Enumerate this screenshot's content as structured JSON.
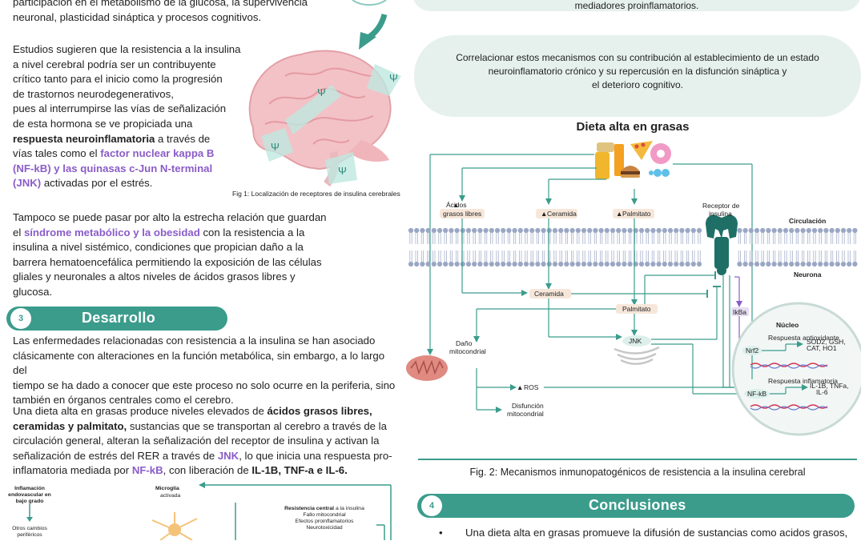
{
  "left": {
    "intro_lines": [
      "participación en el metabolismo de la glucosa, la supervivencia",
      "neuronal, plasticidad sináptica y procesos cognitivos."
    ],
    "p2": {
      "l1": "Estudios sugieren que la resistencia a la insulina",
      "l2": "a nivel cerebral podría ser un contribuyente",
      "l3": "crítico tanto para el inicio como la progresión",
      "l4": "de trastornos neurodegenerativos,",
      "l5": "pues al interrumpirse las vías de señalización",
      "l6": "de esta hormona se ve propiciada una",
      "l7_bold": "respuesta neuroinflamatoria",
      "l7_rest": " a través de",
      "l8_pre": "vías tales como el ",
      "l8_purple": "factor nuclear kappa B",
      "l9_purple": "(NF-kB) y las quinasas c-Jun N-terminal",
      "l10_purple": "(JNK)",
      "l10_rest": " activadas  por el estrés."
    },
    "fig1_caption": "Fig 1: Localización de receptores de insulina cerebrales",
    "p3": {
      "l1": "Tampoco se puede pasar por alto la estrecha relación que guardan",
      "l2_pre": "el ",
      "l2_purple": "síndrome metabólico y la obesidad",
      "l2_rest": " con la resistencia a la",
      "l3": "insulina a nivel sistémico, condiciones que propician daño a la",
      "l4": "barrera hematoencefálica permitiendo la exposición de las células",
      "l5": "gliales y neuronales a altos niveles de ácidos grasos libres y",
      "l6": "glucosa."
    },
    "section3": {
      "num": "3",
      "title": "Desarrollo"
    },
    "p4": {
      "l1": "Las enfermedades relacionadas con resistencia a la insulina se han asociado",
      "l2": "clásicamente con alteraciones en la función metabólica, sin embargo, a lo largo del",
      "l3": "tiempo se ha dado a conocer que este proceso no solo ocurre en la periferia, sino",
      "l4": "también en órganos centrales como el cerebro."
    },
    "p5": {
      "l1_pre": "Una dieta alta en grasas produce niveles elevados de ",
      "l1_bold": "ácidos grasos libres,",
      "l2_bold": "ceramidas y palmitato,",
      "l2_rest": " sustancias que se transportan al cerebro a través de la",
      "l3": "circulación general, alteran la señalización del receptor de insulina y activan la",
      "l4_pre": "señalización de estrés del RER a través de ",
      "l4_purple": "JNK",
      "l4_rest": ", lo que inicia una respuesta pro-",
      "l5_pre": "inflamatoria mediada por ",
      "l5_purple": "NF-kB",
      "l5_mid": ", con liberación de ",
      "l5_bold": "IL-1B, TNF-a e IL-6."
    },
    "fig3": {
      "inflam": [
        "Inflamación",
        "endovascular en",
        "bajo grado"
      ],
      "otros": [
        "Otros cambios",
        "periféricos"
      ],
      "microglia": "Microglía",
      "activada": "activada",
      "res_bold": "Resistencia central",
      "res_rest": " a la insulina",
      "res_items": [
        "Fallo mitocondrial",
        "Efectos proinflamatorios",
        "Neurotoxicidad"
      ]
    }
  },
  "right": {
    "top_bubble_text": "mediadores proinflamatorios.",
    "objective": [
      "Correlacionar estos mecanismos con su contribución al establecimiento de un estado",
      "neuroinflamatorio crónico y su repercusión en la disfunción sináptica y",
      "el deterioro cognitivo."
    ],
    "diagram": {
      "title": "Dieta alta en grasas",
      "acidos": [
        "Ácidos",
        "grasos libres"
      ],
      "ceramida_top": "Ceramida",
      "palmitato_top": "Palmitato",
      "receptor": [
        "Receptor de",
        "insulina"
      ],
      "circulacion": "Circulación",
      "neurona": "Neurona",
      "ceramida_mid": "Ceramida",
      "palmitato_mid": "Palmitato",
      "ikba": "IkBa",
      "nucleo": "Núcleo",
      "resp_antiox": "Respuesta antioxidante",
      "nrf2": "Nrf2",
      "antiox_genes": [
        "SOD2, GSH,",
        "CAT, HO1"
      ],
      "dano": [
        "Daño",
        "mitocondrial"
      ],
      "jnk": "JNK",
      "ros": "ROS",
      "resp_inflam": "Respuesta inflamatoria",
      "nfkb": "NF-kB",
      "inflam_genes": [
        "IL-1B, TNFa,",
        "IL-6"
      ],
      "disfuncion": [
        "Disfunción",
        "mitocondrial"
      ]
    },
    "fig2_caption": "Fig. 2: Mecanismos inmunopatogénicos de resistencia a la insulina cerebral",
    "section4": {
      "num": "4",
      "title": "Conclusiones"
    },
    "conclusion_bullet": "•",
    "conclusion_text": "Una dieta alta en grasas promueve la difusión de sustancias como acidos grasos,",
    "colors": {
      "teal": "#3b9c8c",
      "purple": "#8a5cc8",
      "bubble": "#e6f1ee",
      "membrane": "#9aa7c4"
    }
  }
}
